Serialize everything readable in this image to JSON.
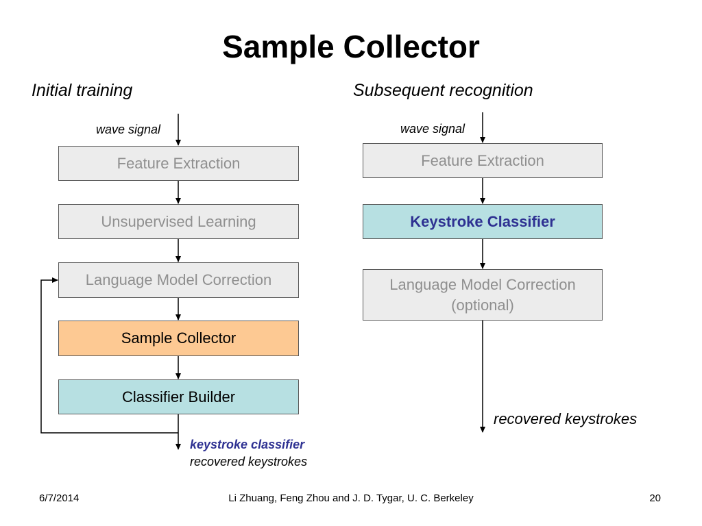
{
  "slide": {
    "title": "Sample Collector",
    "left_column": {
      "heading": "Initial training",
      "input_label": "wave signal",
      "boxes": [
        "Feature Extraction",
        "Unsupervised Learning",
        "Language Model Correction",
        "Sample Collector",
        "Classifier Builder"
      ],
      "outputs": [
        "keystroke classifier",
        "recovered keystrokes"
      ]
    },
    "right_column": {
      "heading": "Subsequent recognition",
      "input_label": "wave signal",
      "boxes": [
        "Feature Extraction",
        "Keystroke Classifier",
        "Language Model Correction",
        "(optional)"
      ],
      "output": "recovered keystrokes"
    },
    "footer": {
      "date": "6/7/2014",
      "authors": "Li Zhuang, Feng Zhou and J. D. Tygar, U. C. Berkeley",
      "page_number": "20"
    },
    "colors": {
      "gray_box": "#ececec",
      "gray_text": "#8f8f8f",
      "orange_box": "#fdc993",
      "teal_box": "#b7e0e2",
      "blue_text": "#2e3192"
    }
  }
}
